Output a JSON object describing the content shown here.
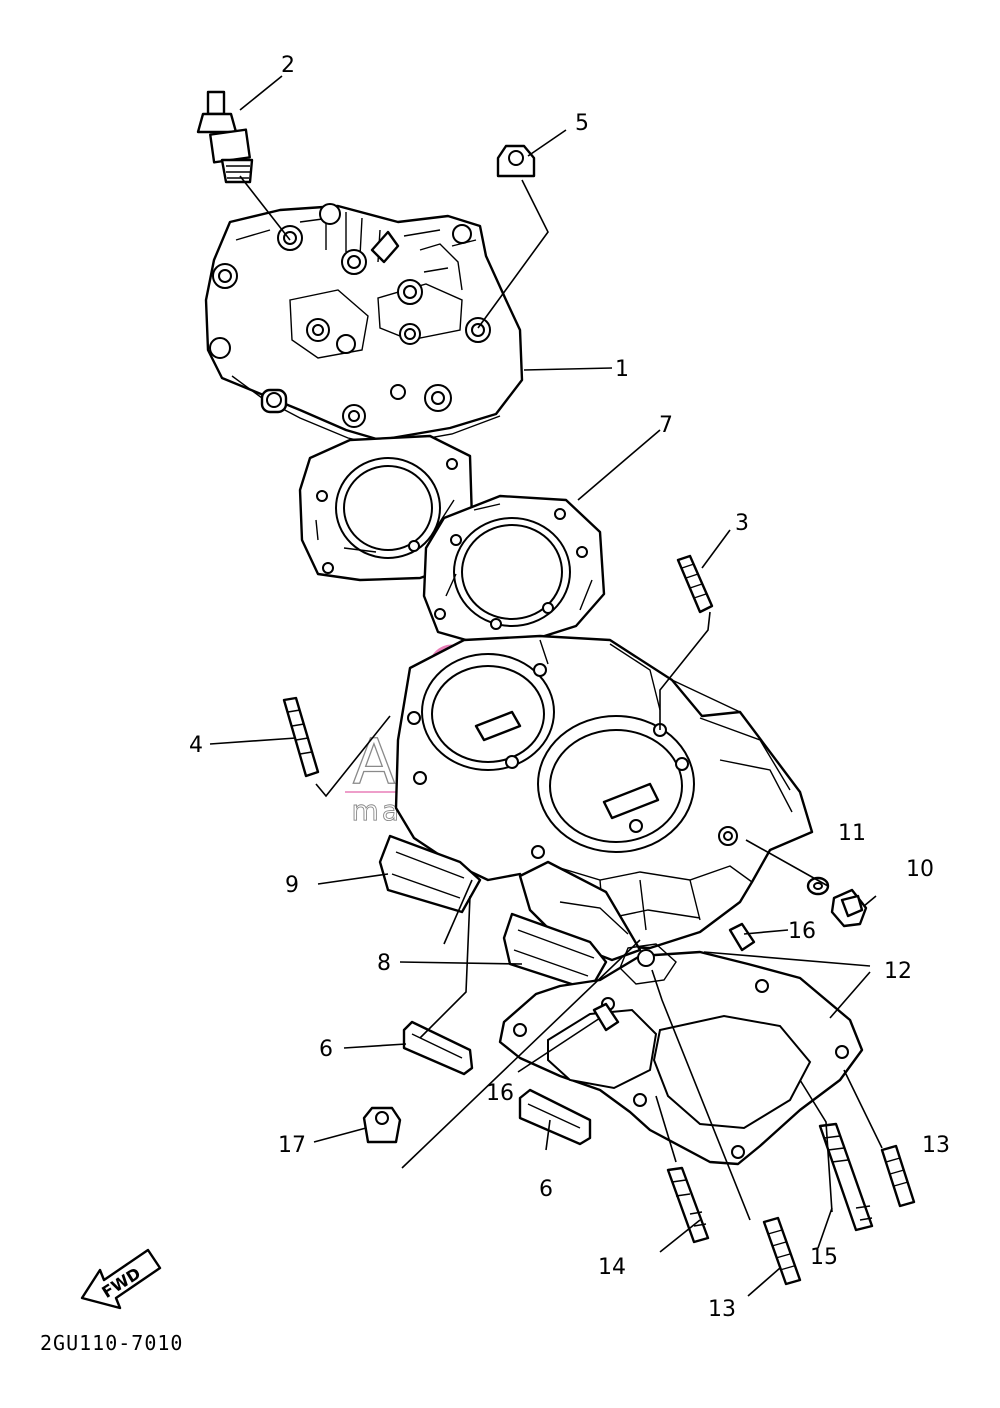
{
  "diagram_code": "2GU110-7010",
  "watermark": {
    "brand": "ARMADA",
    "tagline": "marine outboards",
    "color": "#e87fb8"
  },
  "fwd_label": "FWD",
  "part_labels": {
    "p1": "1",
    "p2": "2",
    "p3": "3",
    "p4": "4",
    "p5": "5",
    "p6a": "6",
    "p6b": "6",
    "p7": "7",
    "p8": "8",
    "p9": "9",
    "p10": "10",
    "p11": "11",
    "p12": "12",
    "p13a": "13",
    "p13b": "13",
    "p14": "14",
    "p15": "15",
    "p16a": "16",
    "p16b": "16",
    "p17": "17"
  }
}
